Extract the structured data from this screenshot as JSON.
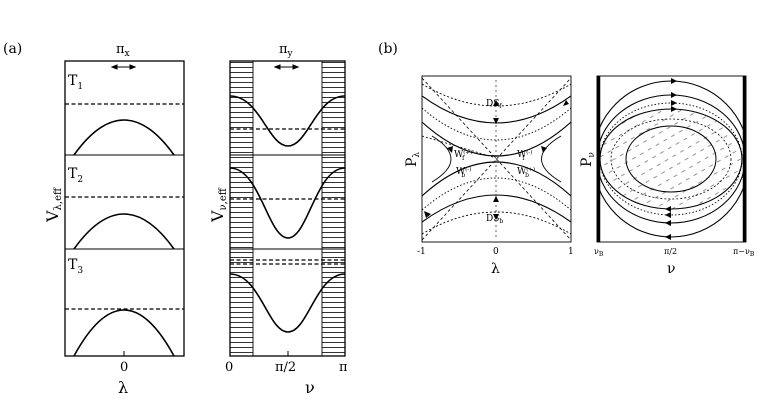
{
  "panel_a": {
    "label": "(a)",
    "left_col": {
      "top_label": "π",
      "top_label_sub": "x",
      "ylabel": "V",
      "ylabel_sub": "λ,eff",
      "xtick": "0",
      "xlabel": "λ",
      "rows": [
        {
          "name": "T",
          "sub": "1"
        },
        {
          "name": "T",
          "sub": "2"
        },
        {
          "name": "T",
          "sub": "3"
        }
      ]
    },
    "right_col": {
      "top_label": "π",
      "top_label_sub": "y",
      "ylabel": "V",
      "ylabel_sub": "ν,eff",
      "xticks": [
        "0",
        "π/2",
        "π"
      ],
      "xlabel": "ν"
    }
  },
  "panel_b": {
    "label": "(b)",
    "left_plot": {
      "ylabel": "P",
      "ylabel_sub": "λ",
      "xlabel": "λ",
      "xticks": [
        "-1",
        "0",
        "1"
      ],
      "annotations": {
        "ds_f": {
          "text": "DS",
          "sub": "f"
        },
        "ds_b": {
          "text": "DS",
          "sub": "b"
        },
        "w_f_left": {
          "text": "W",
          "sub": "f",
          "sup": "(+)"
        },
        "w_b_left": {
          "text": "W",
          "sub": "b",
          "sup": "(-)"
        },
        "w_f_right": {
          "text": "W",
          "sub": "f",
          "sup": "(-)"
        },
        "w_b_right": {
          "text": "W",
          "sub": "b",
          "sup": "(+)"
        }
      }
    },
    "right_plot": {
      "ylabel": "P",
      "ylabel_sub": "ν",
      "xlabel": "ν",
      "xticks": [
        {
          "text": "ν",
          "sub": "B"
        },
        {
          "text": "π/2",
          "sub": ""
        },
        {
          "text": "π−ν",
          "sub": "B"
        }
      ]
    }
  }
}
